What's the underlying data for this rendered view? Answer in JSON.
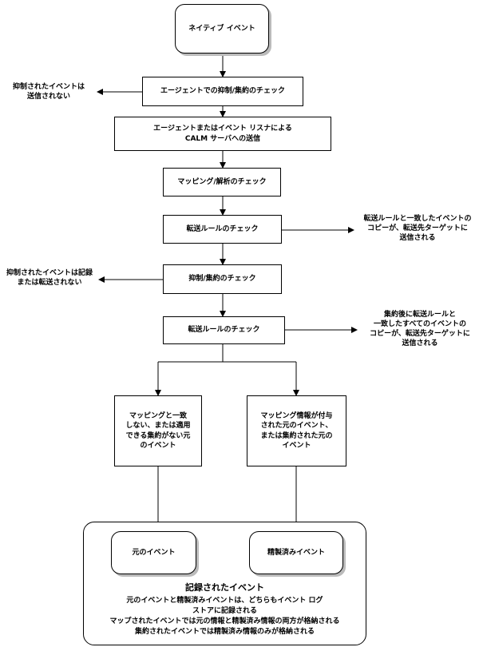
{
  "nodes": {
    "native_event": "ネイティブ イベント",
    "agent_check": "エージェントでの抑制/集約のチェック",
    "send_to_server": "エージェントまたはイベント リスナによる\nCALM サーバへの送信",
    "mapping_check": "マッピング/解析のチェック",
    "forward_check_1": "転送ルールのチェック",
    "suppress_check": "抑制/集約のチェック",
    "forward_check_2": "転送ルールのチェック",
    "unmapped_event": "マッピングと一致\nしない、または適用\nできる集約がない元\nのイベント",
    "mapped_event": "マッピング情報が付与\nされた元のイベント、\nまたは集約された元の\nイベント",
    "original_event": "元のイベント",
    "refined_event": "精製済みイベント"
  },
  "notes": {
    "agent_suppressed": "抑制されたイベントは\n送信されない",
    "forward_copy_1": "転送ルールと一致したイベントの\nコピーが、転送先ターゲットに\n送信される",
    "server_suppressed": "抑制されたイベントは記録\nまたは転送されない",
    "forward_copy_2": "集約後に転送ルールと\n一致したすべてのイベントの\nコピーが、転送先ターゲットに\n送信される"
  },
  "recorded": {
    "title": "記録されたイベント",
    "line1": "元のイベントと精製済みイベントは、どちらもイベント ログ",
    "line2": "ストアに記録される",
    "line3": "マップされたイベントでは元の情報と精製済み情報の両方が格納される",
    "line4": "集約されたイベントでは精製済み情報のみが格納される"
  }
}
